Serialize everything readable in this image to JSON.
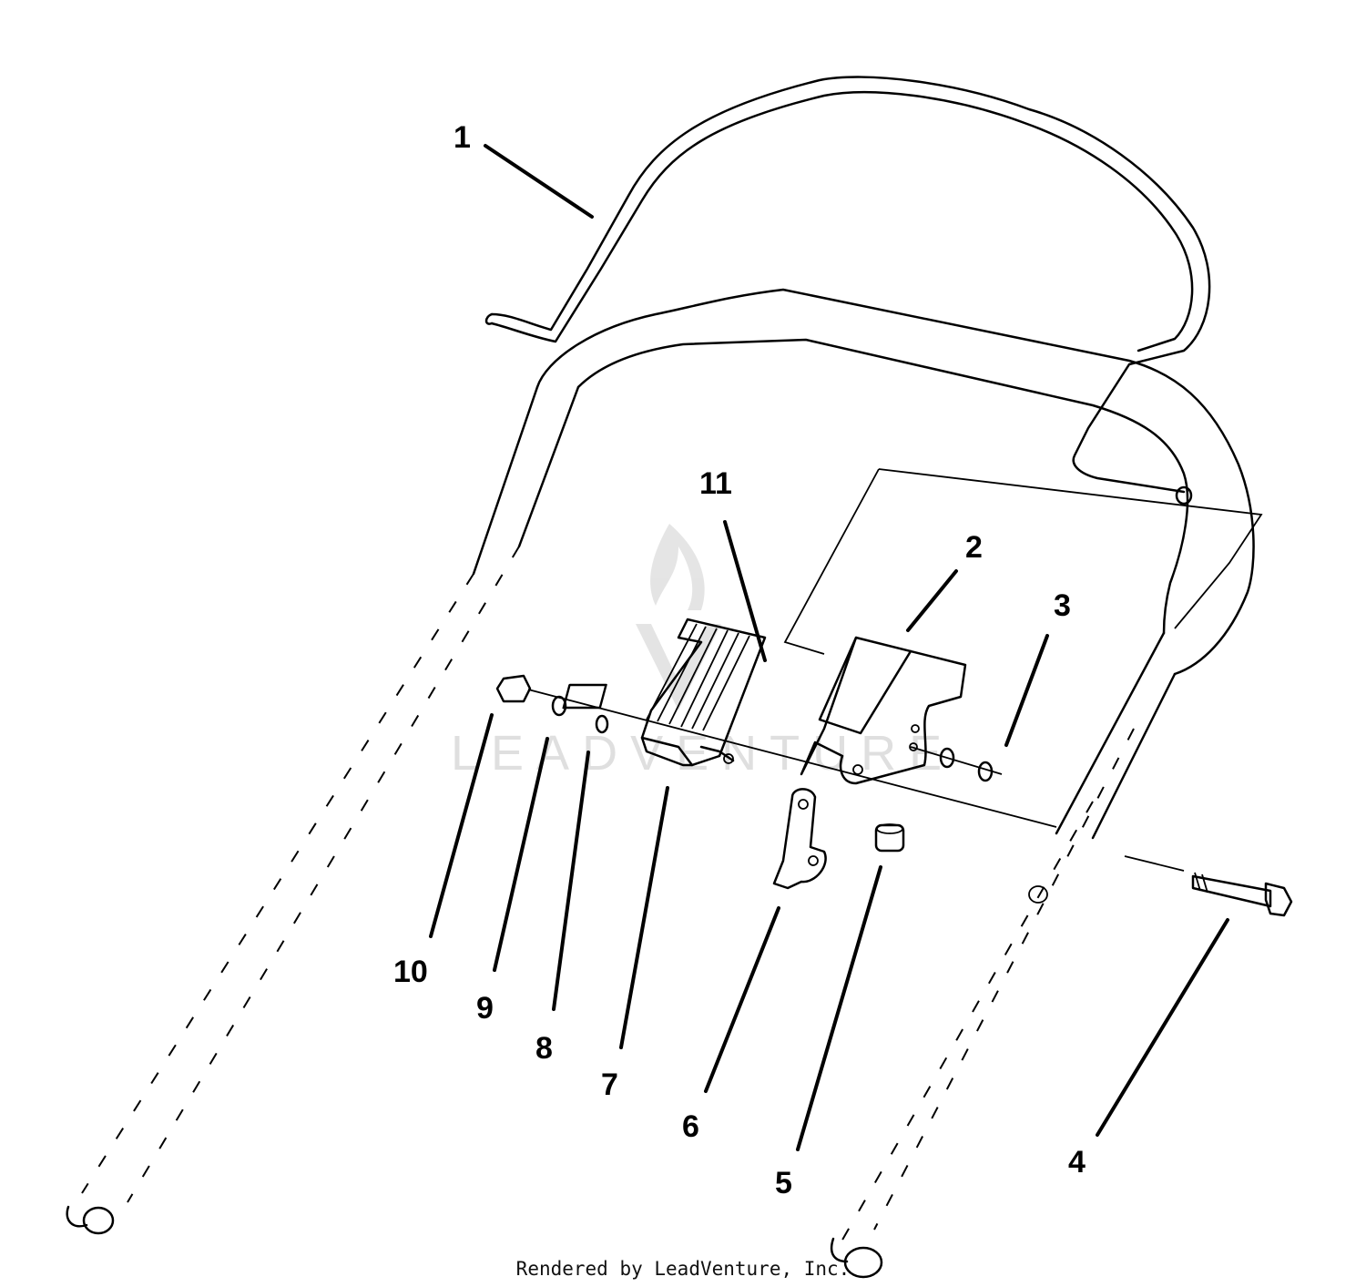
{
  "watermark": {
    "text": "LEADVENTURE",
    "logo": "flame-v-logo"
  },
  "credit": "Rendered by LeadVenture, Inc.",
  "callouts": [
    {
      "id": "1",
      "label": "1"
    },
    {
      "id": "2",
      "label": "2"
    },
    {
      "id": "3",
      "label": "3"
    },
    {
      "id": "4",
      "label": "4"
    },
    {
      "id": "5",
      "label": "5"
    },
    {
      "id": "6",
      "label": "6"
    },
    {
      "id": "7",
      "label": "7"
    },
    {
      "id": "8",
      "label": "8"
    },
    {
      "id": "9",
      "label": "9"
    },
    {
      "id": "10",
      "label": "10"
    },
    {
      "id": "11",
      "label": "11"
    }
  ]
}
